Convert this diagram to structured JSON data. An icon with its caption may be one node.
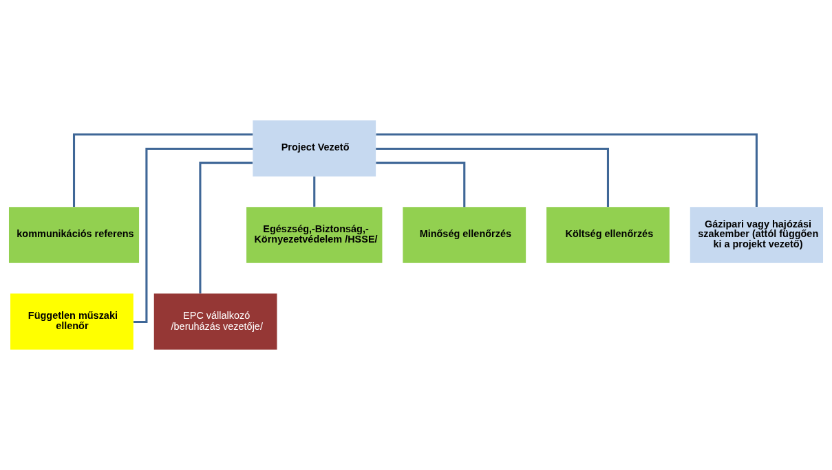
{
  "diagram": {
    "nodes": [
      {
        "text": [
          "Project Vezető"
        ]
      },
      {
        "text": [
          "kommunikációs referens"
        ]
      },
      {
        "text": [
          "EPC vállalkozó /beruházás vezetője/"
        ]
      },
      {
        "text": [
          "Független műszaki ellenőr"
        ]
      },
      {
        "text": [
          "Egészség,-Biztonság,- Környezetvédelem /HSSE/"
        ]
      },
      {
        "text": [
          "Minőség ellenőrzés"
        ]
      },
      {
        "text": [
          "Költség ellenőrzés"
        ]
      },
      {
        "text": [
          "Gázipari vagy hajózási szakember (attól függően ki a projekt vezető)"
        ]
      }
    ],
    "edges": [
      {
        "from": 0,
        "to": 1,
        "arrow": "none"
      },
      {
        "from": 0,
        "to": 2,
        "arrow": "none"
      },
      {
        "from": 0,
        "to": 3,
        "arrow": "none"
      },
      {
        "from": 0,
        "to": 4,
        "arrow": "none"
      },
      {
        "from": 0,
        "to": 5,
        "arrow": "none"
      },
      {
        "from": 0,
        "to": 6,
        "arrow": "none"
      },
      {
        "from": 0,
        "to": 7,
        "arrow": "none"
      }
    ]
  }
}
